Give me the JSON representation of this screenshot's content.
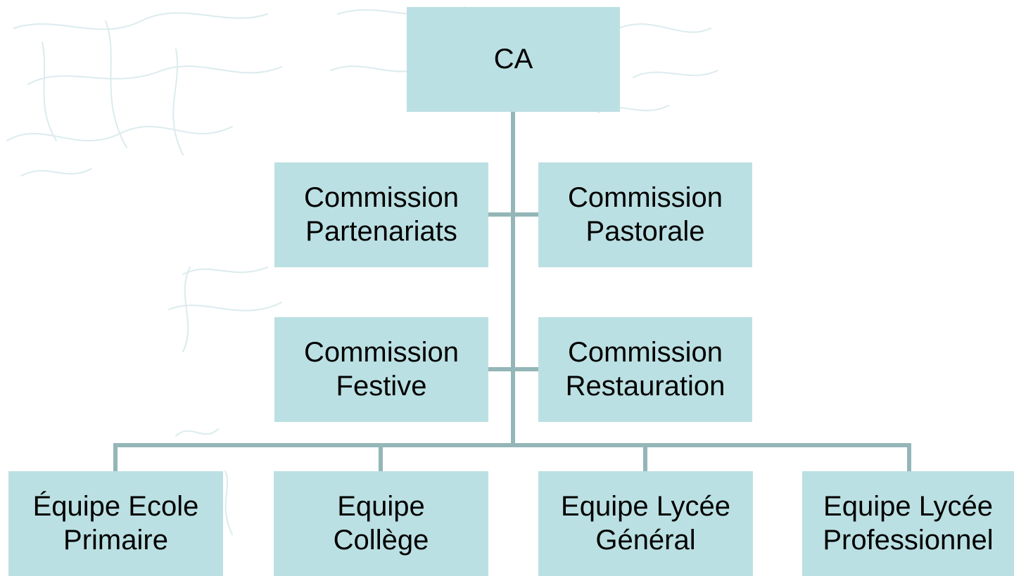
{
  "colors": {
    "box": "#bbe0e3",
    "connector": "#94b6b8",
    "watermark": "#dcebee"
  },
  "watermark": {
    "icon": "leaf-sketch-icon"
  },
  "root": {
    "label": "CA"
  },
  "commissions": [
    {
      "line1": "Commission",
      "line2": "Partenariats"
    },
    {
      "line1": "Commission",
      "line2": "Pastorale"
    },
    {
      "line1": "Commission",
      "line2": "Festive"
    },
    {
      "line1": "Commission",
      "line2": "Restauration"
    }
  ],
  "teams": [
    {
      "line1": "Équipe Ecole",
      "line2": "Primaire"
    },
    {
      "line1": "Equipe",
      "line2": "Collège"
    },
    {
      "line1": "Equipe Lycée",
      "line2": "Général"
    },
    {
      "line1": "Equipe Lycée",
      "line2": "Professionnel"
    }
  ]
}
